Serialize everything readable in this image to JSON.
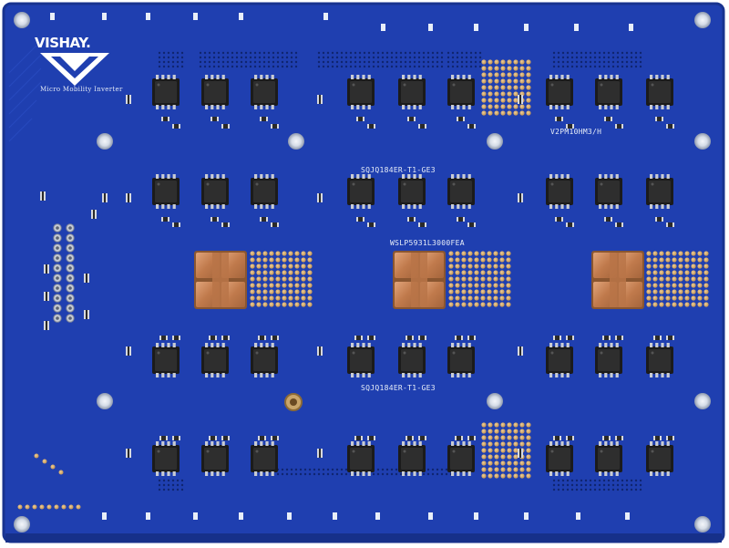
{
  "board": {
    "brand": "VISHAY.",
    "title": "Micro Mobility Inverter",
    "labels": {
      "diode": "V2PM10HM3/H",
      "mosfet_top": "SQJQ184ER-T1-GE3",
      "mosfet_bottom": "SQJQ184ER-T1-GE3",
      "shunt_resistor": "WSLP5931L3000FEA"
    }
  },
  "colors": {
    "background": "#ffffff",
    "pcb_blue": "#1f3fb0",
    "pcb_edge": "#1a3596",
    "silkscreen": "#e8eef8",
    "copper": "#c98a5a",
    "solder_gold": "#d6a76a",
    "ic_body": "#1d1d1d",
    "ic_top": "#2d2d2d",
    "mount_hole": "#cfd6e2"
  }
}
